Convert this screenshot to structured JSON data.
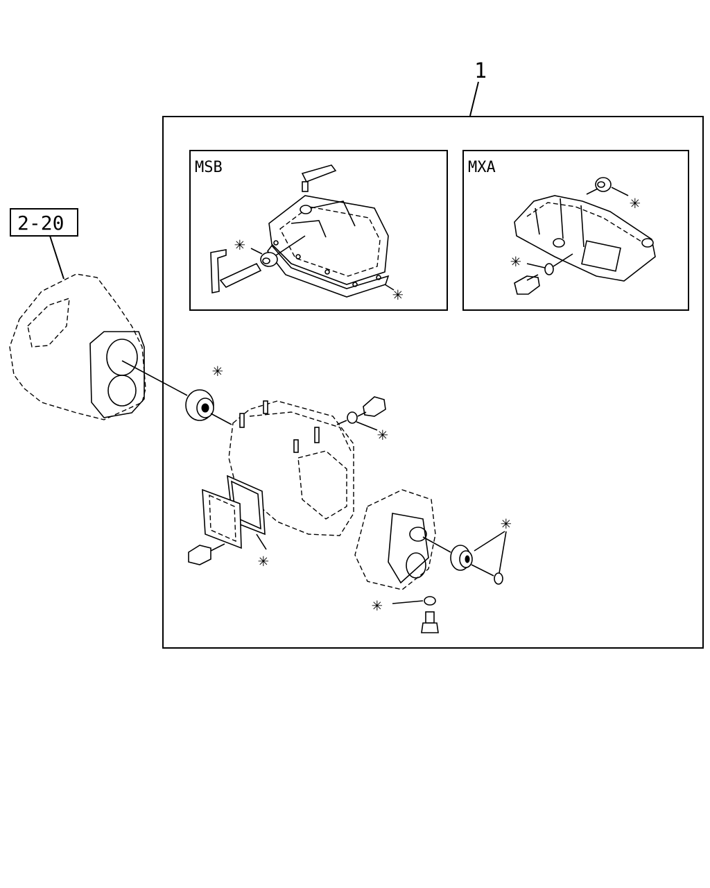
{
  "callouts": {
    "assembly_number": "1",
    "reference_box": "2-20",
    "asterisk": "✳"
  },
  "insets": {
    "msb": {
      "label": "MSB"
    },
    "mxa": {
      "label": "MXA"
    }
  },
  "colors": {
    "line": "#000000",
    "background": "#ffffff"
  }
}
